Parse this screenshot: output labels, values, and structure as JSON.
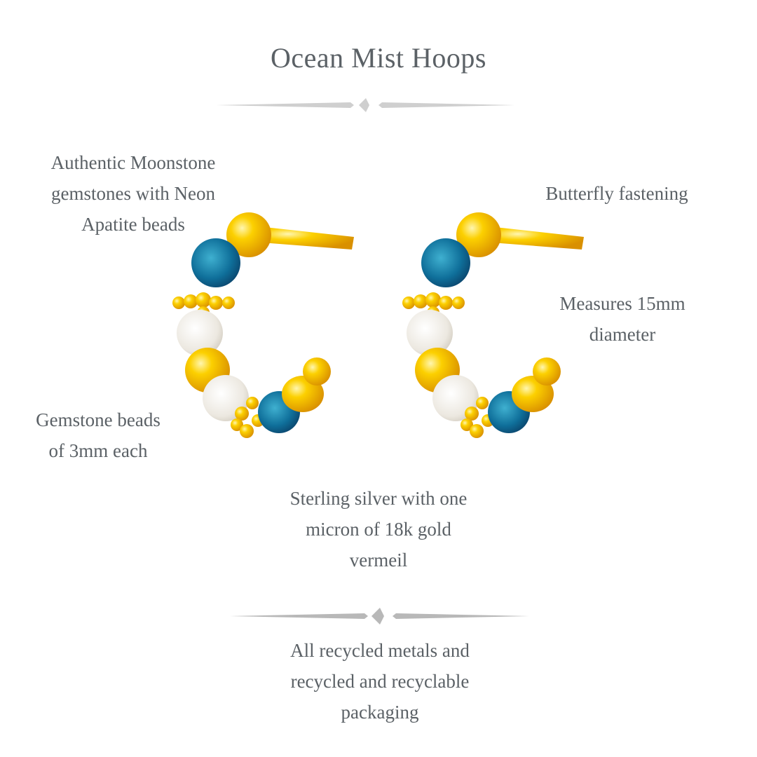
{
  "title": "Ocean Mist Hoops",
  "labels": {
    "gemstones": "Authentic Moonstone\ngemstones with Neon\nApatite beads",
    "fastening": "Butterfly fastening",
    "diameter": "Measures 15mm\ndiameter",
    "bead_size": "Gemstone beads\nof 3mm each",
    "material": "Sterling silver with one\nmicron of 18k gold\nvermeil",
    "sustainability": "All recycled metals and\nrecycled and recyclable\npackaging"
  },
  "colors": {
    "text": "#5b6166",
    "divider": "#cfcfcf",
    "gold": "#f2b705",
    "apatite": "#0f6f9a",
    "moonstone": "#ece8e0"
  }
}
